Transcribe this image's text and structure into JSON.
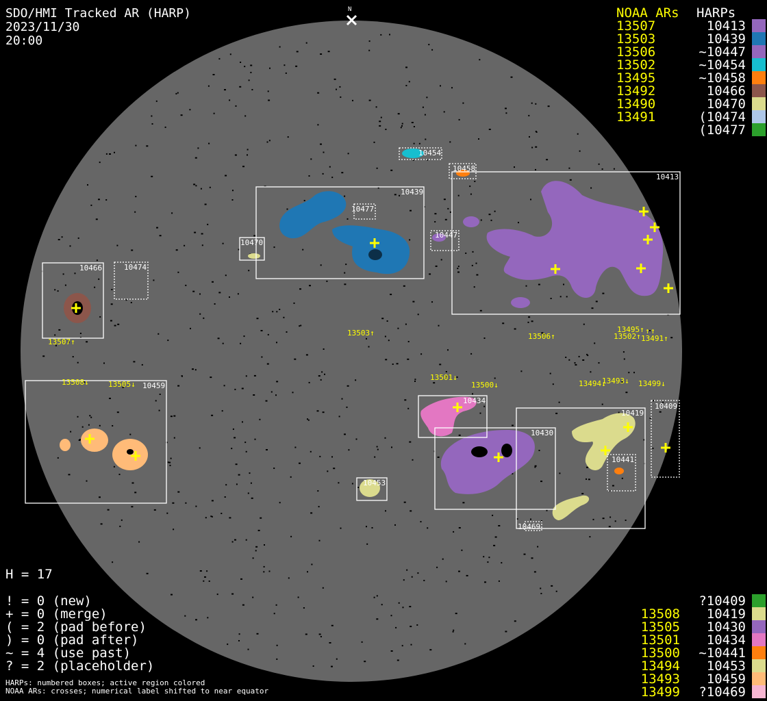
{
  "header": {
    "title": "SDO/HMI Tracked AR (HARP)",
    "date": "2023/11/30",
    "time": "20:00",
    "north_label": "N"
  },
  "legend_top": {
    "noaa_header": "NOAA ARs",
    "harps_header": "HARPs",
    "rows": [
      {
        "noaa": "13507",
        "harp": "10413",
        "color": "#9467bd"
      },
      {
        "noaa": "13503",
        "harp": "10439",
        "color": "#1f77b4"
      },
      {
        "noaa": "13506",
        "harp": "~10447",
        "color": "#9467bd"
      },
      {
        "noaa": "13502",
        "harp": "~10454",
        "color": "#17becf"
      },
      {
        "noaa": "13495",
        "harp": "~10458",
        "color": "#ff7f0e"
      },
      {
        "noaa": "13492",
        "harp": "10466",
        "color": "#8c564b"
      },
      {
        "noaa": "13490",
        "harp": "10470",
        "color": "#dbdb8d"
      },
      {
        "noaa": "13491",
        "harp": "(10474",
        "color": "#aec7e8"
      },
      {
        "noaa": "",
        "harp": "(10477",
        "color": "#2ca02c"
      }
    ]
  },
  "legend_bottom": {
    "rows": [
      {
        "noaa": "",
        "harp": "?10409",
        "color": "#2ca02c"
      },
      {
        "noaa": "13508",
        "harp": "10419",
        "color": "#dbdb8d"
      },
      {
        "noaa": "13505",
        "harp": "10430",
        "color": "#9467bd"
      },
      {
        "noaa": "13501",
        "harp": "10434",
        "color": "#e377c2"
      },
      {
        "noaa": "13500",
        "harp": "~10441",
        "color": "#ff7f0e"
      },
      {
        "noaa": "13494",
        "harp": "10453",
        "color": "#dbdb8d"
      },
      {
        "noaa": "13493",
        "harp": "10459",
        "color": "#ffbb78"
      },
      {
        "noaa": "13499",
        "harp": "?10469",
        "color": "#f7b6d2"
      }
    ]
  },
  "stats": {
    "h": "H = 17",
    "lines": [
      "! = 0 (new)",
      "+ = 0 (merge)",
      "( = 2 (pad before)",
      ") = 0 (pad after)",
      "~ = 4 (use past)",
      "? = 2 (placeholder)"
    ],
    "footnote1": "HARPs: numbered boxes; active region colored",
    "footnote2": "NOAA ARs: crosses; numerical label shifted to near equator"
  },
  "harp_labels": {
    "h10413": "10413",
    "h10439": "10439",
    "h10447": "10447",
    "h10454": "10454",
    "h10458": "10458",
    "h10466": "10466",
    "h10470": "10470",
    "h10474": "10474",
    "h10477": "10477",
    "h10409": "10409",
    "h10419": "10419",
    "h10430": "10430",
    "h10434": "10434",
    "h10441": "10441",
    "h10453": "10453",
    "h10459": "10459",
    "h10469": "10469"
  },
  "noaa_labels": {
    "a13507": "13507↑",
    "a13503": "13503↑",
    "a13506": "13506↑",
    "a13495": "13495↑",
    "a13492": "↑",
    "a13490": "↑",
    "a13502": "13502↑",
    "a13491": "13491↑",
    "a13508": "13508↓",
    "a13505": "13505↓",
    "a13501": "13501↓",
    "a13500": "13500↓",
    "a13494": "13494↓",
    "a13493": "13493↓",
    "a13499": "13499↓"
  },
  "colors": {
    "disk": "#666666",
    "noaa_text": "#ffff00",
    "harp_text": "#ffffff"
  }
}
